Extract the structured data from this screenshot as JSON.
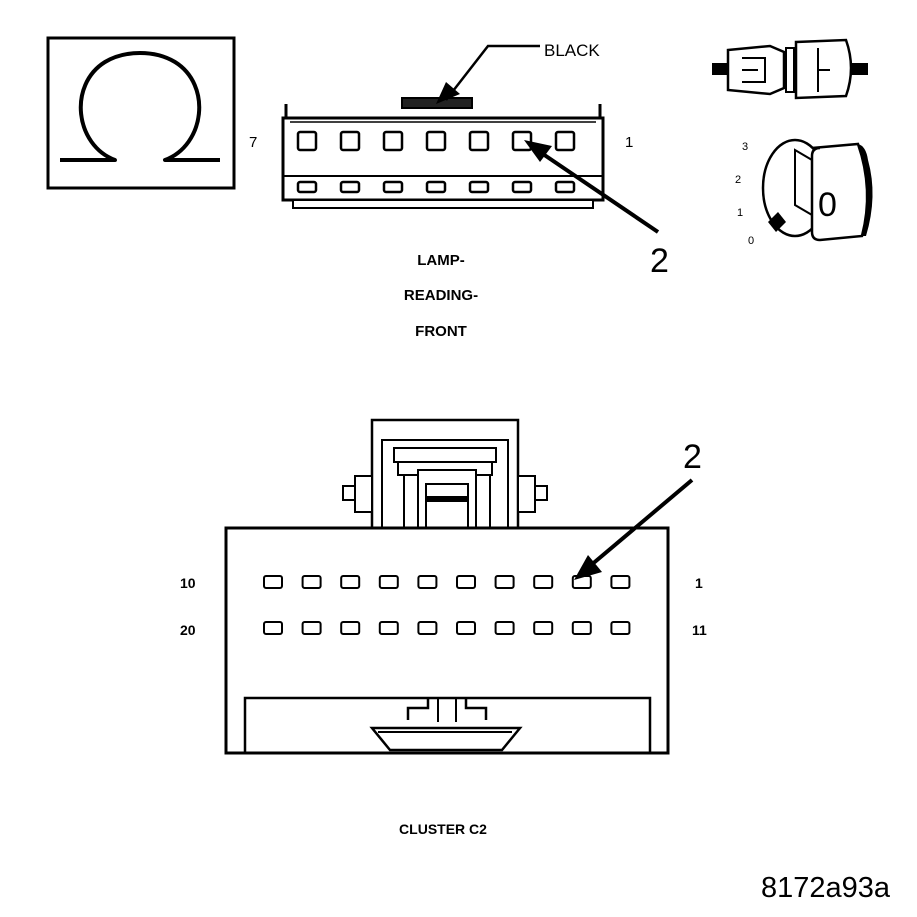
{
  "ohmmeter": {
    "symbol": "Ω"
  },
  "lamp_connector": {
    "wire_label": "BLACK",
    "left_pin_label": "7",
    "right_pin_label": "1",
    "callout": "2",
    "name_lines": [
      "LAMP-",
      "READING-",
      "FRONT"
    ]
  },
  "ignition": {
    "positions": [
      "3",
      "2",
      "1",
      "0"
    ],
    "key_label": "0"
  },
  "cluster_connector": {
    "callout": "2",
    "row1_left": "10",
    "row1_right": "1",
    "row2_left": "20",
    "row2_right": "11",
    "name": "CLUSTER C2"
  },
  "figure_id": "8172a93a"
}
